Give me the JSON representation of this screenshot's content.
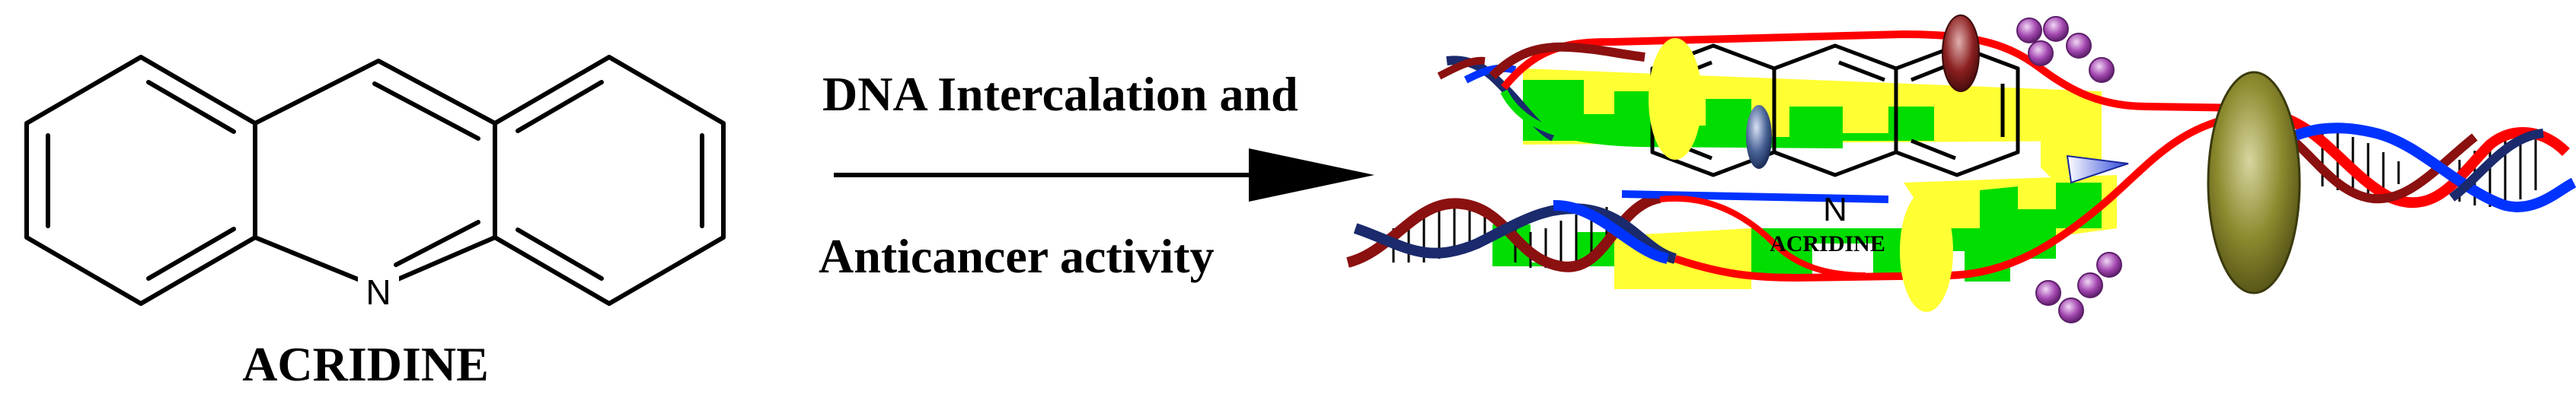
{
  "left_molecule": {
    "name": "ACRIDINE",
    "heteroatom": "N"
  },
  "reaction": {
    "line1": "DNA Intercalation and",
    "line2": "Anticancer activity"
  },
  "complex": {
    "molecule_name": "ACRIDINE",
    "heteroatom": "N"
  },
  "colors": {
    "strand_red": "#ff0000",
    "strand_darkred": "#8b1010",
    "strand_blue": "#0033ff",
    "strand_navy": "#1a2a6c",
    "base_green": "#00dd00",
    "base_yellow": "#ffff33",
    "protein_olive": "#8c8a2e",
    "ligand_purple": "#a347b0"
  }
}
